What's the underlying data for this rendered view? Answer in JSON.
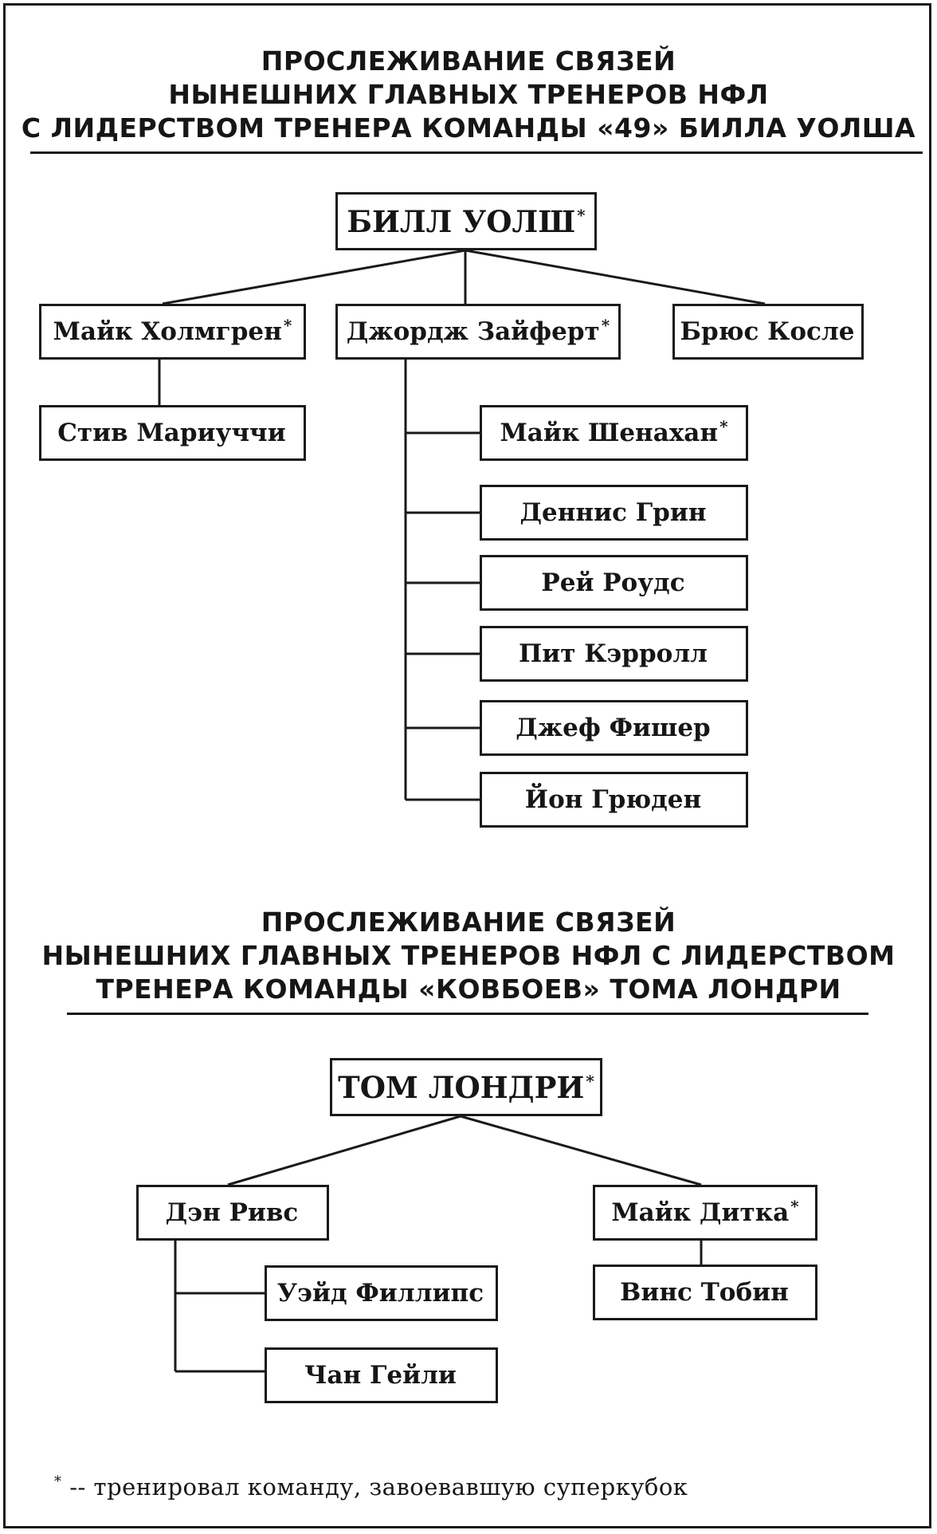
{
  "sections": [
    {
      "title_lines": [
        "ПРОСЛЕЖИВАНИЕ СВЯЗЕЙ",
        "НЫНЕШНИХ ГЛАВНЫХ ТРЕНЕРОВ НФЛ",
        "С ЛИДЕРСТВОМ ТРЕНЕРА КОМАНДЫ «49» БИЛЛА УОЛША"
      ],
      "root": {
        "label": "БИЛЛ УОЛШ",
        "star": "*"
      },
      "nodes": {
        "holmgren": {
          "label": "Майк Холмгрен",
          "star": "*"
        },
        "seifert": {
          "label": "Джордж Зайферт",
          "star": "*"
        },
        "coslet": {
          "label": "Брюс Косле",
          "star": ""
        },
        "mariucci": {
          "label": "Стив Мариуччи",
          "star": ""
        },
        "shanahan": {
          "label": "Майк Шенахан",
          "star": "*"
        },
        "green": {
          "label": "Деннис Грин",
          "star": ""
        },
        "rhodes": {
          "label": "Рей Роудс",
          "star": ""
        },
        "carroll": {
          "label": "Пит Кэрролл",
          "star": ""
        },
        "fisher": {
          "label": "Джеф Фишер",
          "star": ""
        },
        "gruden": {
          "label": "Йон Грюден",
          "star": ""
        }
      }
    },
    {
      "title_lines": [
        "ПРОСЛЕЖИВАНИЕ СВЯЗЕЙ",
        "НЫНЕШНИХ ГЛАВНЫХ ТРЕНЕРОВ НФЛ С ЛИДЕРСТВОМ",
        "ТРЕНЕРА КОМАНДЫ «КОВБОЕВ» ТОМА ЛОНДРИ"
      ],
      "root": {
        "label": "ТОМ ЛОНДРИ",
        "star": "*"
      },
      "nodes": {
        "reeves": {
          "label": "Дэн Ривс",
          "star": ""
        },
        "ditka": {
          "label": "Майк Дитка",
          "star": "*"
        },
        "phillips": {
          "label": "Уэйд Филлипс",
          "star": ""
        },
        "gailey": {
          "label": "Чан Гейли",
          "star": ""
        },
        "tobin": {
          "label": "Винс Тобин",
          "star": ""
        }
      }
    }
  ],
  "footnote": {
    "star": "*",
    "text": " -- тренировал команду, завоевавшую суперкубок"
  }
}
